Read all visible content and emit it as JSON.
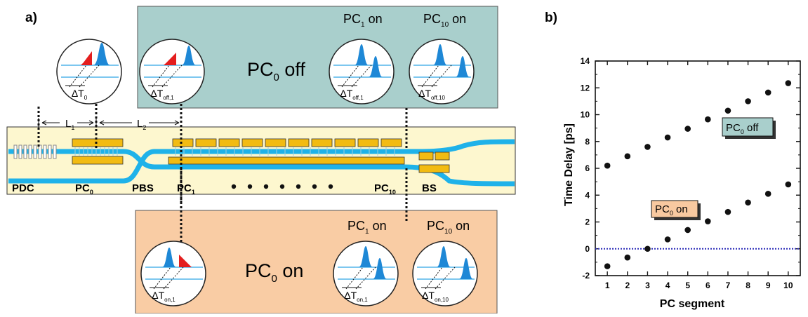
{
  "panel_a": {
    "label": "a)",
    "off_box": {
      "label_main": "PC",
      "label_sub": "0",
      "label_suffix": " off"
    },
    "on_box": {
      "label_main": "PC",
      "label_sub": "0",
      "label_suffix": " on"
    },
    "top_circles": [
      {
        "dt": "ΔT",
        "sub": "0"
      },
      {
        "dt": "ΔT",
        "sub": "off,1"
      },
      {
        "dt": "ΔT",
        "sub": "off,1",
        "head_main": "PC",
        "head_sub": "1",
        "head_suffix": " on"
      },
      {
        "dt": "ΔT",
        "sub": "off,10",
        "head_main": "PC",
        "head_sub": "10",
        "head_suffix": " on"
      }
    ],
    "bottom_circles": [
      {
        "dt": "ΔT",
        "sub": "on,1"
      },
      {
        "dt": "ΔT",
        "sub": "on,1",
        "head_main": "PC",
        "head_sub": "1",
        "head_suffix": " on"
      },
      {
        "dt": "ΔT",
        "sub": "on,10",
        "head_main": "PC",
        "head_sub": "10",
        "head_suffix": " on"
      }
    ],
    "lengths": [
      {
        "main": "L",
        "sub": "1"
      },
      {
        "main": "L",
        "sub": "2"
      }
    ],
    "components": [
      {
        "main": "PDC",
        "sub": ""
      },
      {
        "main": "PC",
        "sub": "0"
      },
      {
        "main": "PBS",
        "sub": ""
      },
      {
        "main": "PC",
        "sub": "1"
      },
      {
        "main": "PC",
        "sub": "10"
      },
      {
        "main": "BS",
        "sub": ""
      }
    ],
    "ellipsis": "• • • • • • •"
  },
  "panel_b": {
    "label": "b)",
    "chart_data": {
      "type": "scatter",
      "xlabel": "PC segment",
      "ylabel": "Time Delay [ps]",
      "xlim": [
        0.4,
        10.6
      ],
      "ylim": [
        -2,
        14
      ],
      "xticks": [
        1,
        2,
        3,
        4,
        5,
        6,
        7,
        8,
        9,
        10
      ],
      "yticks": [
        -2,
        0,
        2,
        4,
        6,
        8,
        10,
        12,
        14
      ],
      "reference_line_y": 0,
      "series": [
        {
          "name": "PC0 off",
          "x": [
            1,
            2,
            3,
            4,
            5,
            6,
            7,
            8,
            9,
            10
          ],
          "y": [
            6.2,
            6.9,
            7.6,
            8.3,
            8.95,
            9.65,
            10.3,
            11.0,
            11.65,
            12.35
          ]
        },
        {
          "name": "PC0 on",
          "x": [
            1,
            2,
            3,
            4,
            5,
            6,
            7,
            8,
            9,
            10
          ],
          "y": [
            -1.3,
            -0.65,
            0.0,
            0.7,
            1.4,
            2.05,
            2.75,
            3.45,
            4.1,
            4.8
          ]
        }
      ],
      "legend_boxes": [
        {
          "main": "PC",
          "sub": "0",
          "suffix": " off",
          "color": "#a9cfcc"
        },
        {
          "main": "PC",
          "sub": "0",
          "suffix": " on",
          "color": "#f8c9a0"
        }
      ]
    }
  },
  "colors": {
    "teal_box": "#a9cfcc",
    "orange_box": "#f9cca4",
    "chip": "#fdf7cf",
    "waveguide": "#1fb2e9",
    "electrode": "#f2bb12",
    "pulse": "#1e88d6",
    "red_pulse": "#e41e1e",
    "zero_line": "#2a2ab8"
  }
}
